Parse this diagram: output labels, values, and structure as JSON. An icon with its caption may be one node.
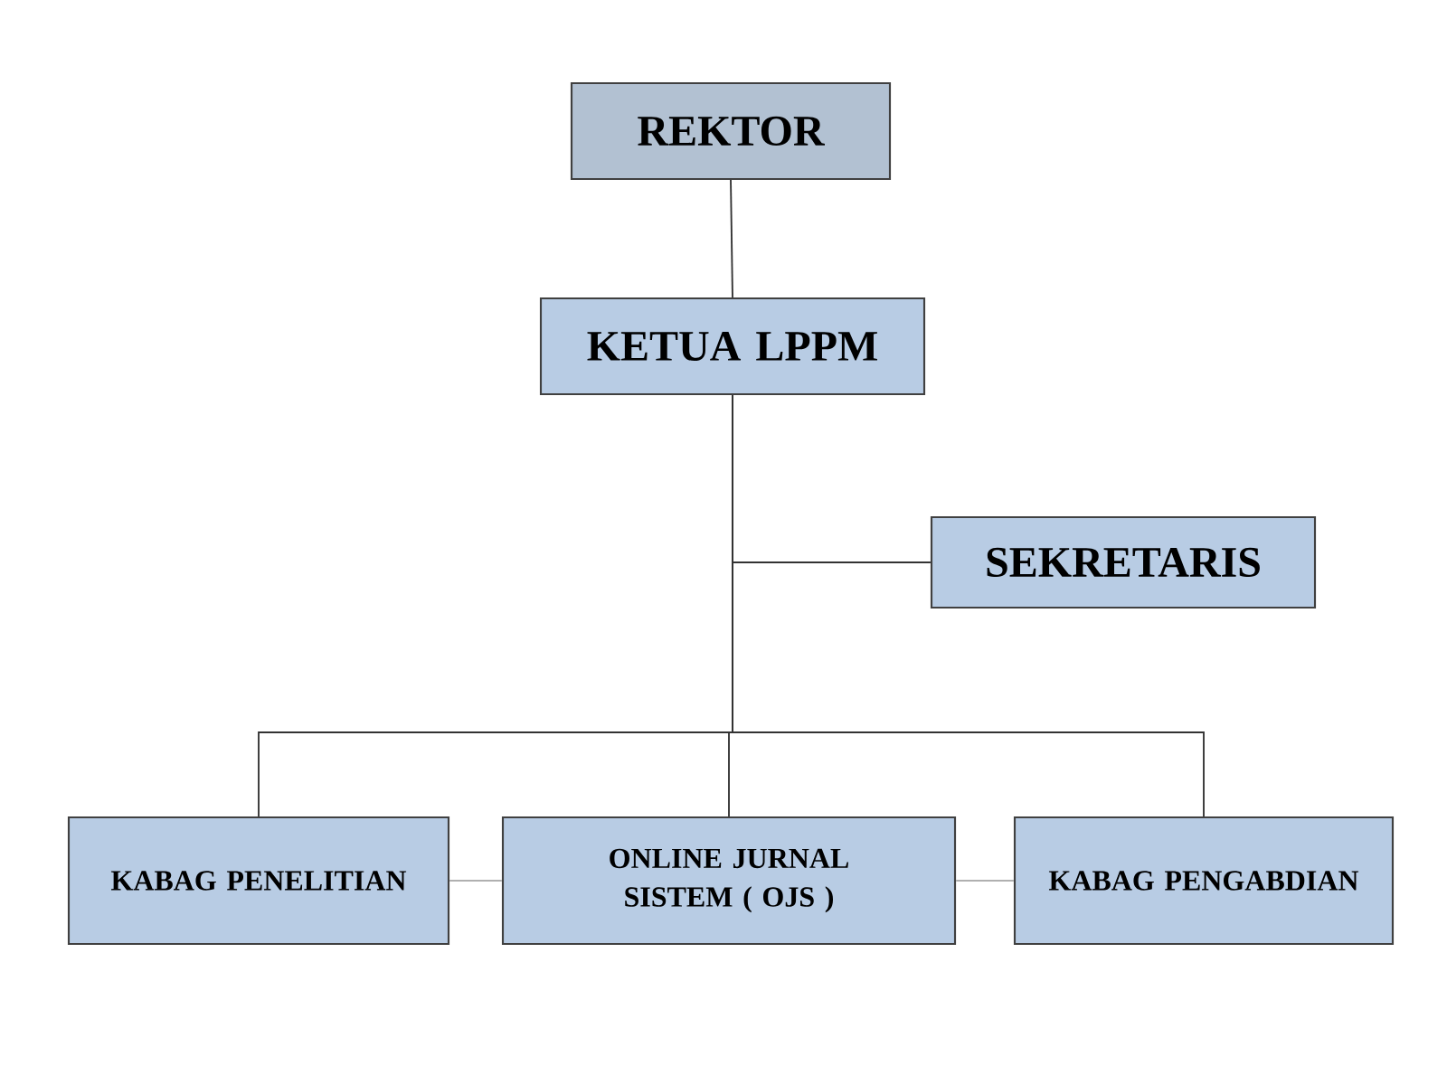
{
  "diagram": {
    "nodes": [
      {
        "text": [
          "REKTOR"
        ]
      },
      {
        "text": [
          "KETUA LPPM"
        ]
      },
      {
        "text": [
          "SEKRETARIS"
        ]
      },
      {
        "text": [
          "KABAG PENELITIAN"
        ]
      },
      {
        "text": [
          "ONLINE JURNAL SISTEM ( OJS )"
        ]
      },
      {
        "text": [
          "KABAG PENGABDIAN"
        ]
      }
    ],
    "edges": [
      {
        "from": 0,
        "to": 1,
        "arrow": "none"
      },
      {
        "from": 1,
        "to": 2,
        "arrow": "none"
      },
      {
        "from": 1,
        "to": 3,
        "arrow": "none"
      },
      {
        "from": 1,
        "to": 4,
        "arrow": "none"
      },
      {
        "from": 1,
        "to": 5,
        "arrow": "none"
      },
      {
        "from": 3,
        "to": 4,
        "arrow": "none",
        "color": "#b0b0b0"
      },
      {
        "from": 4,
        "to": 5,
        "arrow": "none",
        "color": "#b0b0b0"
      }
    ]
  }
}
